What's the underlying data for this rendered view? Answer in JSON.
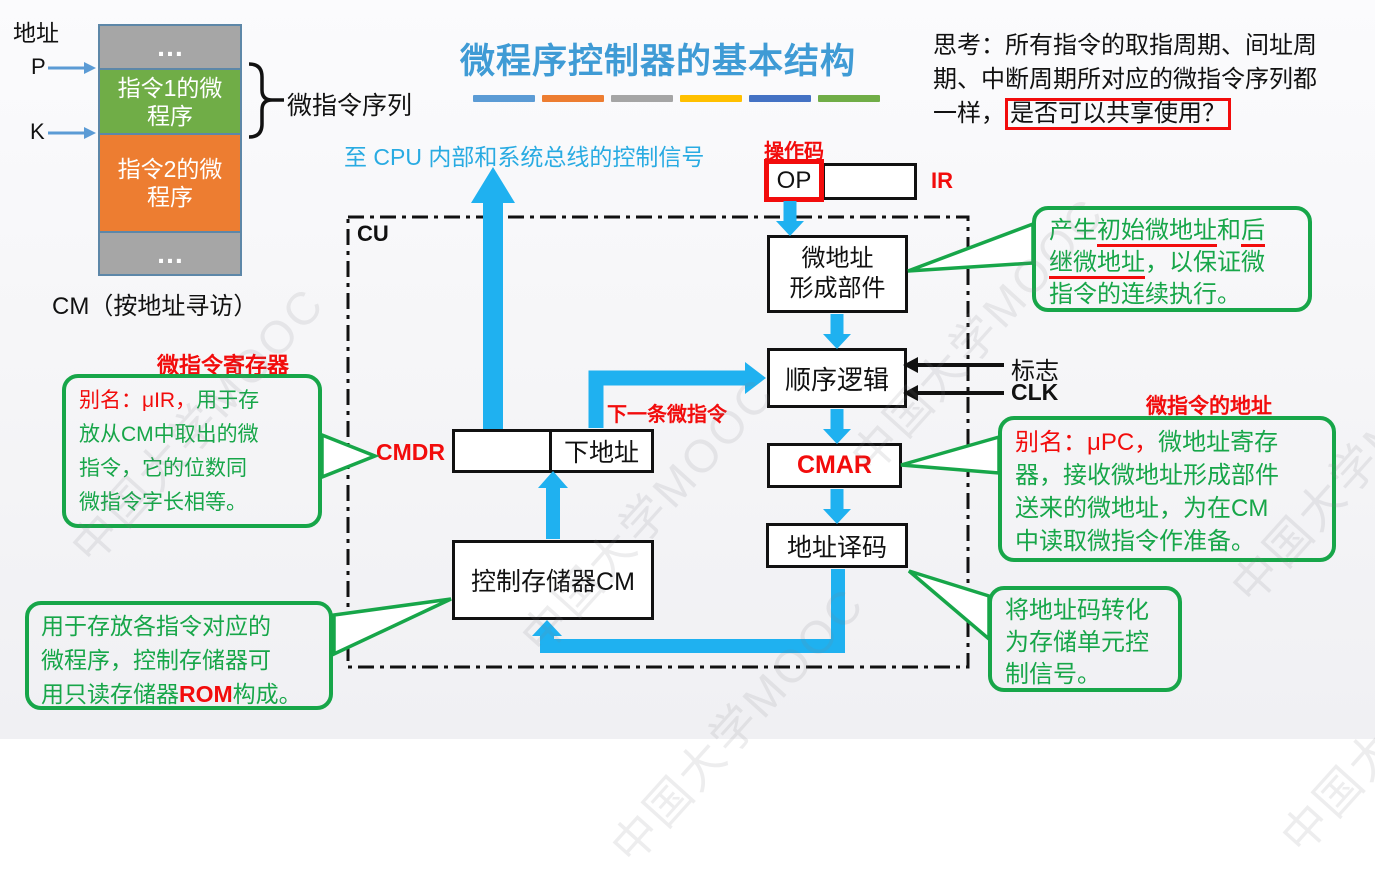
{
  "watermark": "中国大学MOOC",
  "colors": {
    "accent_cyan": "#1FB1F0",
    "cyan_text": "#29ABE2",
    "green": "#17A649",
    "red": "#F20C0C",
    "title_blue": "#3F9BD5",
    "bar_colors": [
      "#5B9BD5",
      "#ED7D31",
      "#A5A5A5",
      "#FFC000",
      "#4472C4",
      "#70AD47"
    ],
    "mem_green": "#70AD47",
    "mem_orange": "#ED7D31",
    "mem_gray": "#A6A6A6"
  },
  "memory": {
    "address_label": "地址",
    "pointer_p": "P",
    "pointer_k": "K",
    "row_top_dots": "…",
    "row1_l1": "指令1的微",
    "row1_l2": "程序",
    "row2_l1": "指令2的微",
    "row2_l2": "程序",
    "row_bottom_dots": "…",
    "brace_label": "微指令序列",
    "caption": "CM（按地址寻访）"
  },
  "header": {
    "title": "微程序控制器的基本结构"
  },
  "think": {
    "prefix": "思考：所有指令的取指周期、间址周期、中断周期所对应的微指令序列都一样，",
    "boxed": "是否可以共享使用？"
  },
  "labels": {
    "to_cpu": "至 CPU 内部和系统总线的控制信号",
    "opcode": "操作码",
    "op": "OP",
    "ir": "IR",
    "cu": "CU",
    "flag": "标志",
    "clk": "CLK",
    "next_micro": "下一条微指令",
    "cmdr": "CMDR"
  },
  "blocks": {
    "uaddr_form_l1": "微地址",
    "uaddr_form_l2": "形成部件",
    "seq_logic": "顺序逻辑",
    "cmar": "CMAR",
    "addr_decode": "地址译码",
    "control_mem": "控制存储器CM",
    "next_addr": "下地址"
  },
  "callouts": {
    "uir": {
      "title": "微指令寄存器",
      "red": "别名：μIR，",
      "l1": "用于存",
      "l2": "放从CM中取出的微",
      "l3": "指令，它的位数同",
      "l4": "微指令字长相等。"
    },
    "gen": {
      "p1": "产生",
      "u1": "初始微地址",
      "p2": "和",
      "u2": "后",
      "u3": "继微地址",
      "p3": "，以保证微",
      "l3": "指令的连续执行。"
    },
    "upc": {
      "title": "微指令的地址",
      "red": "别名：μPC，",
      "l1": "微地址寄存",
      "l2": "器，接收微地址形成部件",
      "l3": "送来的微地址，为在CM",
      "l4": "中读取微指令作准备。"
    },
    "decode": {
      "l1": "将地址码转化",
      "l2": "为存储单元控",
      "l3": "制信号。"
    },
    "rom": {
      "l1": "用于存放各指令对应的",
      "l2": "微程序，控制存储器可",
      "p1": "用只读存储器",
      "red": "ROM",
      "p2": "构成。"
    }
  }
}
